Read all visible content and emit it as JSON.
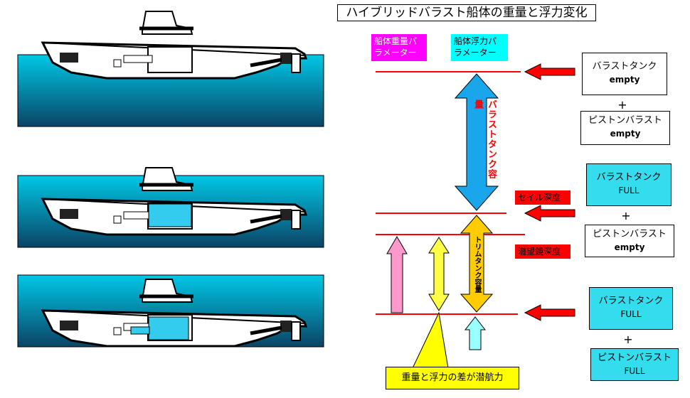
{
  "title": "ハイブリッドバラスト船体の重量と浮力変化",
  "params": {
    "weight_label": "船体重量パラメーター",
    "buoyancy_label": "船体浮力パラメーター"
  },
  "arrows": {
    "ballast_capacity": "バラストタンク容量",
    "trim_capacity": "トリムタンク容量"
  },
  "depth_tags": {
    "sail": "セイル深度",
    "periscope": "潜望鏡深度"
  },
  "states": [
    {
      "ballast_title": "バラストタンク",
      "ballast_state": "empty",
      "plus": "+",
      "piston_title": "ピストンバラスト",
      "piston_state": "empty"
    },
    {
      "ballast_title": "バラストタンク",
      "ballast_state": "FULL",
      "plus": "+",
      "piston_title": "ピストンバラスト",
      "piston_state": "empty"
    },
    {
      "ballast_title": "バラストタンク",
      "ballast_state": "FULL",
      "plus": "+",
      "piston_title": "ピストンバラスト",
      "piston_state": "FULL"
    }
  ],
  "result_label": "重量と浮力の差が潜航力",
  "colors": {
    "water_top": "#00c8e6",
    "water_bottom": "#0b4466",
    "tank_fill": "#33ccee",
    "line": "#ff0000",
    "pointer": "#ff0000",
    "ballast_arrow": "#1aa6ea",
    "trim_arrow": "#ffcc00",
    "weight_arrow": "#ff99cc",
    "buoyancy_arrow_yellow": "#ffff44",
    "buoyancy_arrow_cyan": "#99ffff"
  }
}
